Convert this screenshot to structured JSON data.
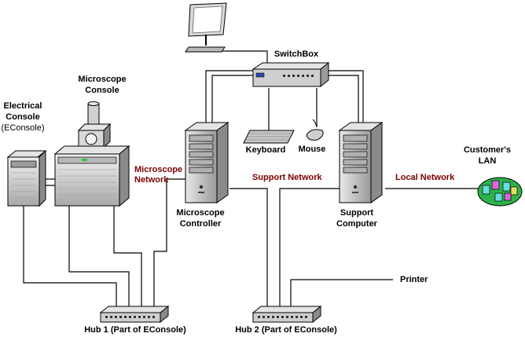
{
  "labels": {
    "switchbox": "SwitchBox",
    "microscope_console_1": "Microscope",
    "microscope_console_2": "Console",
    "electrical_console_1": "Electrical",
    "electrical_console_2": "Console",
    "electrical_console_3": "(EConsole)",
    "keyboard": "Keyboard",
    "mouse": "Mouse",
    "microscope_network_1": "Microscope",
    "microscope_network_2": "Network",
    "support_network": "Support Network",
    "local_network": "Local Network",
    "customers_lan_1": "Customer's",
    "customers_lan_2": "LAN",
    "microscope_controller_1": "Microscope",
    "microscope_controller_2": "Controller",
    "support_computer_1": "Support",
    "support_computer_2": "Computer",
    "printer": "Printer",
    "hub1": "Hub 1 (Part of EConsole)",
    "hub2": "Hub 2 (Part of EConsole)"
  },
  "colors": {
    "network_label": "#7a0000",
    "device_gray": "#c0c0c0",
    "device_dark": "#808080",
    "lan_green": "#2db34a",
    "lan_cyan": "#66dddd",
    "lan_magenta": "#dd66dd"
  },
  "icons": {
    "monitor": "monitor-icon",
    "switchbox": "switchbox-icon",
    "keyboard": "keyboard-icon",
    "mouse": "mouse-icon",
    "tower": "tower-pc-icon",
    "econsole": "electrical-console-icon",
    "microscope": "microscope-console-icon",
    "hub": "hub-icon",
    "lan": "lan-cloud-icon"
  }
}
